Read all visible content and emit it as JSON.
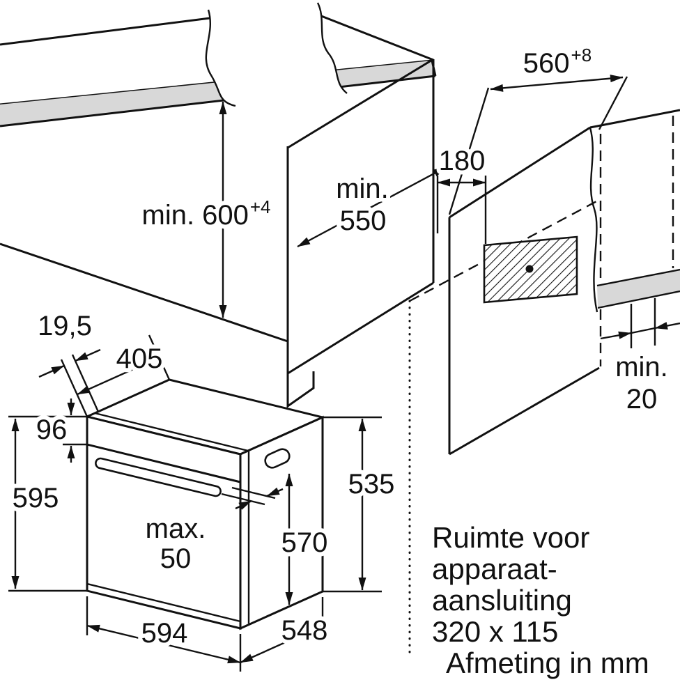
{
  "dims": {
    "niche_width": {
      "value": "560",
      "tol": "+8"
    },
    "niche_height": {
      "prefix": "min.",
      "value": "600",
      "tol": "+4"
    },
    "niche_depth": {
      "prefix": "min.",
      "value": "550"
    },
    "connection_offset": {
      "value": "180"
    },
    "wall_gap": {
      "prefix": "min.",
      "value": "20"
    },
    "front_overhang": {
      "value": "19,5"
    },
    "top_depth": {
      "value": "405"
    },
    "panel_height": {
      "value": "96"
    },
    "oven_height": {
      "value": "595"
    },
    "handle_protrusion": {
      "prefix": "max.",
      "value": "50"
    },
    "door_height": {
      "value": "570"
    },
    "rear_height": {
      "value": "535"
    },
    "oven_width": {
      "value": "594"
    },
    "oven_depth": {
      "value": "548"
    }
  },
  "note": {
    "line1": "Ruimte voor",
    "line2": "apparaat-",
    "line3": "aansluiting",
    "line4": "320 x 115"
  },
  "footer": {
    "units": "Afmeting in mm"
  },
  "colors": {
    "line": "#111111",
    "surface": "#d8d8d8",
    "background": "#ffffff"
  }
}
